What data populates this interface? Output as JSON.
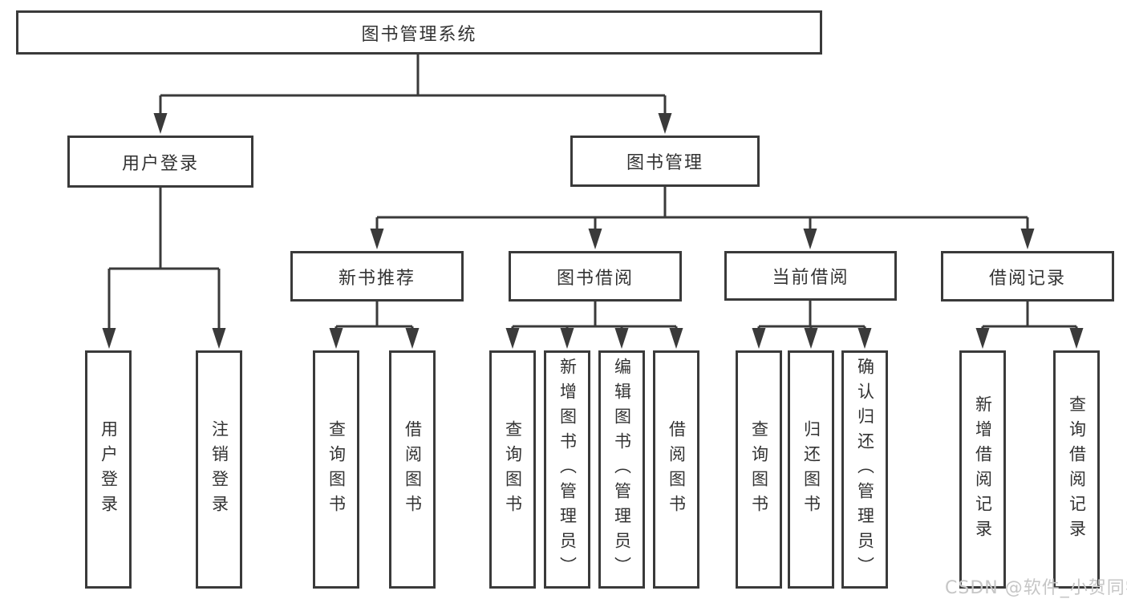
{
  "diagram": {
    "colors": {
      "line": "#3a3a3a",
      "box_border": "#3a3a3a",
      "text": "#333333",
      "watermark_text": "#c6c6c6",
      "background": "#ffffff"
    },
    "nodes": {
      "root": "图书管理系统",
      "user_login_branch": "用户登录",
      "book_mgmt_branch": "图书管理",
      "new_book_recommend": "新书推荐",
      "book_borrow": "图书借阅",
      "current_borrow": "当前借阅",
      "borrow_record": "借阅记录",
      "leaf_user_login": "用户登录",
      "leaf_logout": "注销登录",
      "leaf_nb_query_books": "查询图书",
      "leaf_nb_borrow_books": "借阅图书",
      "leaf_bb_query_books": "查询图书",
      "leaf_bb_add_books": "新增图书（管理员）",
      "leaf_bb_edit_books": "编辑图书（管理员）",
      "leaf_bb_borrow_books": "借阅图书",
      "leaf_cb_query_books": "查询图书",
      "leaf_cb_return_books": "归还图书",
      "leaf_cb_confirm_return": "确认归还（管理员）",
      "leaf_br_add_record": "新增借阅记录",
      "leaf_br_query_record": "查询借阅记录"
    }
  },
  "watermark": "CSDN @软件_小贺同学"
}
